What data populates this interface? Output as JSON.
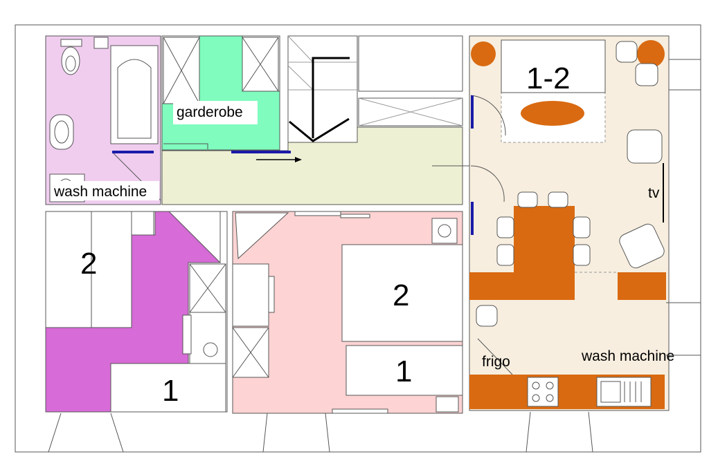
{
  "labels": {
    "garderobe": "garderobe",
    "wash_machine_bath": "wash machine",
    "wash_machine_kitchen": "wash machine",
    "tv": "tv",
    "frigo": "frigo"
  },
  "beds": {
    "living_bed": "1-2",
    "left_room_double": "2",
    "left_room_single": "1",
    "middle_room_double": "2",
    "middle_room_single": "1"
  },
  "colors": {
    "bathroom": "#f0cdef",
    "bedroom_left": "#d76bd7",
    "bedroom_middle": "#fdd3d3",
    "corridor": "#eef0d4",
    "garderobe": "#7ffcbe",
    "living": "#f7eedf",
    "furniture_accent": "#d96a11",
    "door_mark": "#1a1aa8"
  }
}
